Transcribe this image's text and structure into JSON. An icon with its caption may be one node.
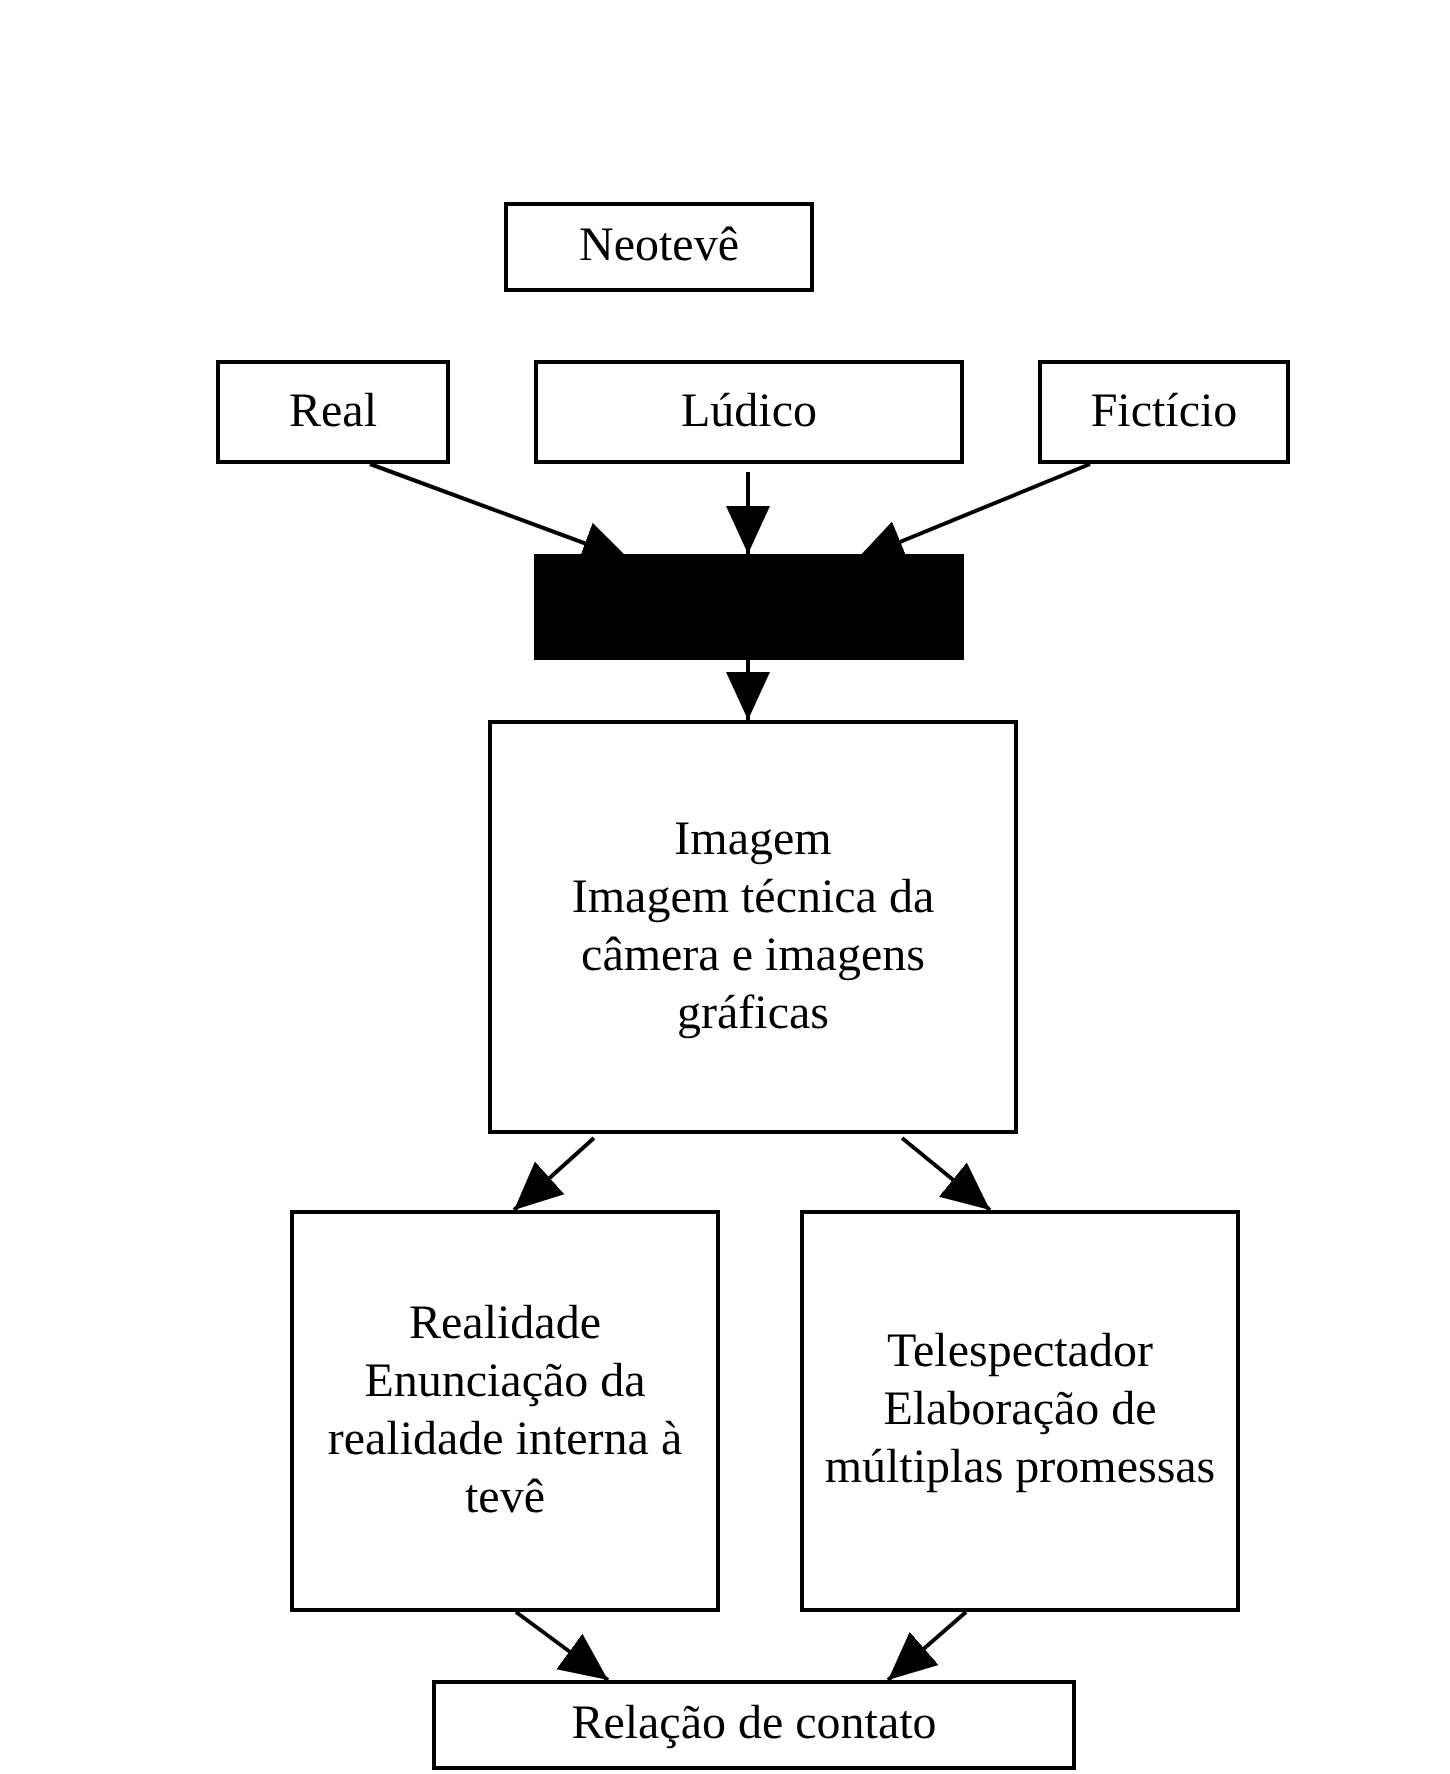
{
  "diagram": {
    "nodes": [
      {
        "text": [
          "Neotevê"
        ]
      },
      {
        "text": [
          "Real"
        ]
      },
      {
        "text": [
          "Lúdico"
        ]
      },
      {
        "text": [
          "Fictício"
        ]
      },
      {
        "text": [],
        "shape": "bar"
      },
      {
        "text": [
          "Imagem",
          "Imagem técnica da câmera e imagens gráficas"
        ]
      },
      {
        "text": [
          "Realidade",
          "Enunciação da realidade interna à tevê"
        ]
      },
      {
        "text": [
          "Telespectador",
          "Elaboração de múltiplas promessas"
        ]
      },
      {
        "text": [
          "Relação de contato"
        ]
      }
    ],
    "edges": [
      {
        "from": 1,
        "to": 4,
        "arrow": "to"
      },
      {
        "from": 2,
        "to": 4,
        "arrow": "to"
      },
      {
        "from": 3,
        "to": 4,
        "arrow": "to"
      },
      {
        "from": 4,
        "to": 5,
        "arrow": "to"
      },
      {
        "from": 5,
        "to": 6,
        "arrow": "to"
      },
      {
        "from": 5,
        "to": 7,
        "arrow": "to"
      },
      {
        "from": 6,
        "to": 8,
        "arrow": "to"
      },
      {
        "from": 7,
        "to": 8,
        "arrow": "to"
      }
    ]
  }
}
